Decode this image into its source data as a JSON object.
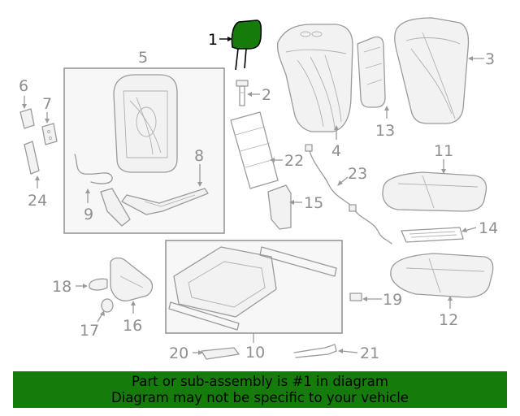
{
  "callouts": {
    "c1": "1",
    "c2": "2",
    "c3": "3",
    "c4": "4",
    "c5": "5",
    "c6": "6",
    "c7": "7",
    "c8": "8",
    "c9": "9",
    "c10": "10",
    "c11": "11",
    "c12": "12",
    "c13": "13",
    "c14": "14",
    "c15": "15",
    "c16": "16",
    "c17": "17",
    "c18": "18",
    "c19": "19",
    "c20": "20",
    "c21": "21",
    "c22": "22",
    "c23": "23",
    "c24": "24"
  },
  "highlight_color": "#157c0c",
  "banner": {
    "line1": "Part or sub-assembly is #1 in diagram",
    "line2": "Diagram may not be specific to your vehicle"
  }
}
